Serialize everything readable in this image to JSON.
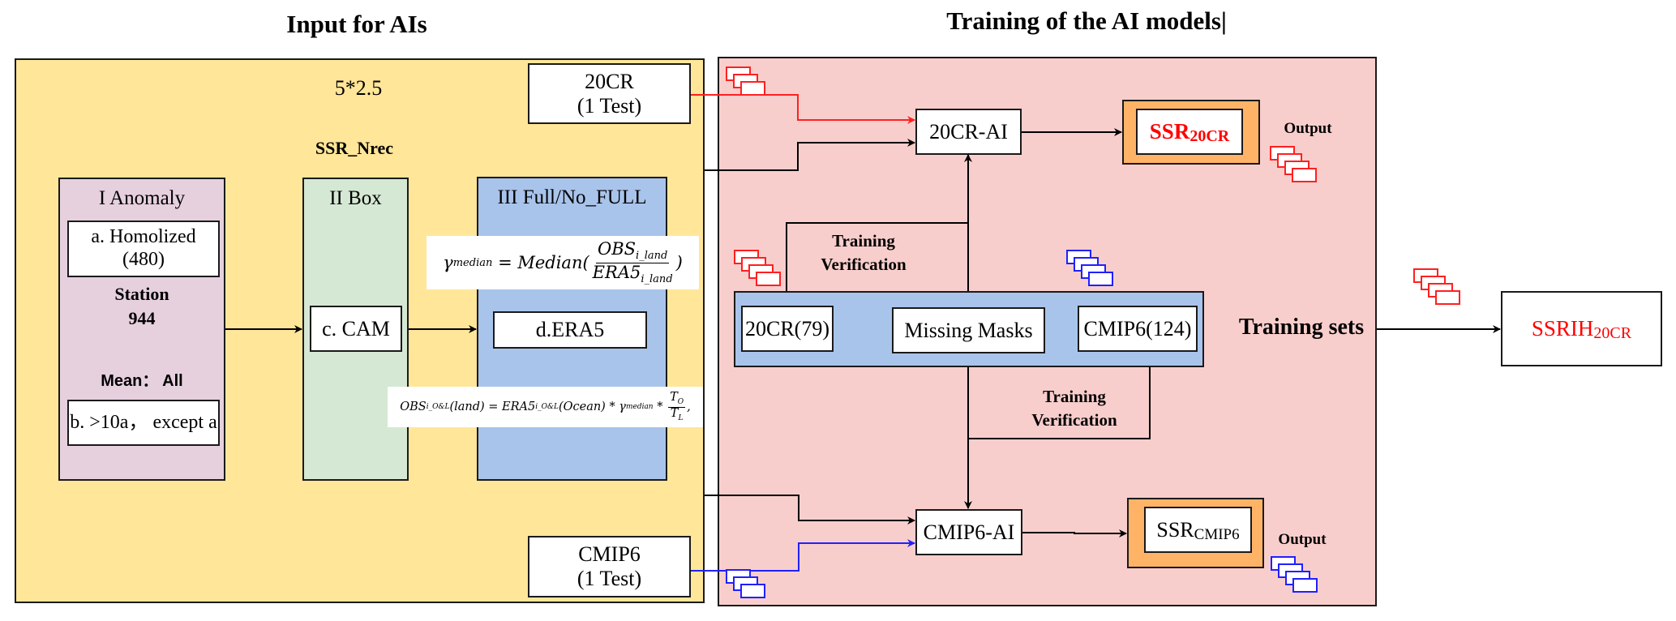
{
  "titles": {
    "input": "Input for AIs",
    "training": "Training of the AI models|"
  },
  "input_panel": {
    "resolution": "5*2.5",
    "section_label": "SSR_Nrec",
    "test_20cr": {
      "line1": "20CR",
      "line2": "(1 Test)"
    },
    "test_cmip6": {
      "line1": "CMIP6",
      "line2": "(1 Test)"
    },
    "stage1": {
      "label": "I  Anomaly",
      "box_a": {
        "line1": "a. Homolized",
        "line2": "(480)"
      },
      "station_label": "Station",
      "station_count": "944",
      "mean_label": "Mean： All",
      "box_b": "b. >10a， except a"
    },
    "stage2": {
      "label": "II Box",
      "box_c": "c. CAM"
    },
    "stage3": {
      "label": "III Full/No_FULL",
      "box_d": "d.ERA5"
    },
    "formula_median": {
      "lhs": "γ",
      "lhs_sub": "median",
      "eq": " = Median(",
      "num": "OBS",
      "num_sub": "i_land",
      "den": "ERA5",
      "den_sub": "i_land",
      "close": ")"
    },
    "formula_obs": {
      "part1": "OBS",
      "part1_sub": "i_O&L",
      "part2": "(land) = ERA5",
      "part2_sub": "i_O&L",
      "part3": "(Ocean) * γ",
      "part3_sub": "median",
      "part4": " * ",
      "num": "T",
      "num_sub": "O",
      "den": "T",
      "den_sub": "L",
      "tail": ","
    }
  },
  "training_panel": {
    "model_20cr": "20CR-AI",
    "model_cmip6": "CMIP6-AI",
    "output_20cr": {
      "main": "SSR",
      "sub": "20CR"
    },
    "output_cmip6": {
      "main": "SSR",
      "sub": "CMIP6"
    },
    "output_label": "Output",
    "training_verification_top": {
      "line1": "Training",
      "line2": "Verification"
    },
    "training_verification_bottom": {
      "line1": "Training",
      "line2": "Verification"
    },
    "sets": {
      "left": "20CR(79)",
      "middle": "Missing Masks",
      "right": "CMIP6(124)"
    },
    "sets_label": "Training sets"
  },
  "final_output": {
    "main": "SSRIH",
    "sub": "20CR"
  },
  "colors": {
    "red": "#ff0000",
    "blue": "#0000ff",
    "yellow_panel": "#ffe699",
    "pink_panel": "#f8cecc",
    "anomaly_stage": "#e6d0de",
    "box_stage": "#d5e8d4",
    "full_stage": "#a9c4eb",
    "orange_frame": "#ffb366"
  }
}
